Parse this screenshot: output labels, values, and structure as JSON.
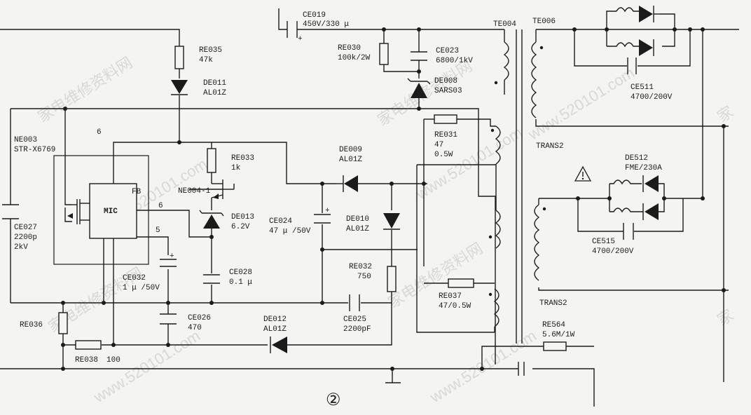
{
  "labels": {
    "ce019": "CE019",
    "ce019_val": "450V/330 μ",
    "te004": "TE004",
    "te006": "TE006",
    "re035": "RE035",
    "re035_val": "47k",
    "re030": "RE030",
    "re030_val": "100k/2W",
    "ce023": "CE023",
    "ce023_val": "6800/1kV",
    "de008": "DE008",
    "de008_val": "SARS03",
    "de011": "DE011",
    "de011_val": "AL01Z",
    "ce511": "CE511",
    "ce511_val": "4700/200V",
    "ne003": "NE003",
    "ne003_val": "STR-X6769",
    "pin6_top": "6",
    "re031": "RE031",
    "re031_val1": "47",
    "re031_val2": "0.5W",
    "trans2_a": "TRANS2",
    "re033": "RE033",
    "re033_val": "1k",
    "de009": "DE009",
    "de009_val": "AL01Z",
    "de512": "DE512",
    "de512_val": "FME/230A",
    "fb": "FB",
    "ne004": "NE004-1",
    "mic": "MIC",
    "pin6_mic": "6",
    "pin5": "5",
    "de013": "DE013",
    "de013_val": "6.2V",
    "ce024": "CE024",
    "ce024_val": "47 μ /50V",
    "de010": "DE010",
    "de010_val": "AL01Z",
    "ce027": "CE027",
    "ce027_val1": "2200p",
    "ce027_val2": "2kV",
    "ce515": "CE515",
    "ce515_val": "4700/200V",
    "re032": "RE032",
    "re032_val": "750",
    "ce032": "CE032",
    "ce032_val": "1 μ /50V",
    "ce028": "CE028",
    "ce028_val": "0.1 μ",
    "re037": "RE037",
    "re037_val": "47/0.5W",
    "trans2_b": "TRANS2",
    "ce026": "CE026",
    "ce026_val": "470",
    "de012": "DE012",
    "de012_val": "AL01Z",
    "ce025": "CE025",
    "ce025_val": "2200pF",
    "re564": "RE564",
    "re564_val": "5.6M/1W",
    "re036": "RE036",
    "re038": "RE038",
    "re038_val": "100",
    "figure_number": "②"
  },
  "watermarks": [
    "家电维修资料网",
    "www.520101.com",
    "家电维修资料网",
    "www.520101.com",
    "家电维修资料网",
    "www.520101.com",
    "家"
  ]
}
